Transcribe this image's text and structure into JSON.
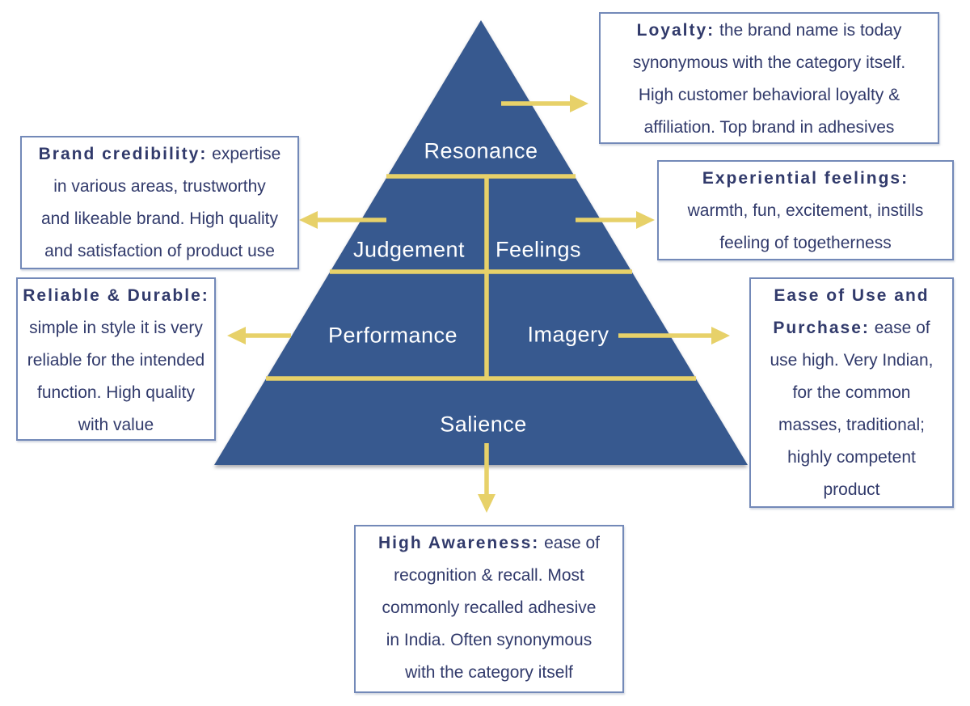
{
  "colors": {
    "pyramid_blue": "#37598f",
    "line_yellow": "#e7d169",
    "box_border_blue": "#7389b8",
    "text_navy": "#313a6b",
    "level_label_white": "#ffffff"
  },
  "pyramid": {
    "levels": [
      {
        "label": "Resonance"
      },
      {
        "label": "Judgement"
      },
      {
        "label": "Feelings"
      },
      {
        "label": "Performance"
      },
      {
        "label": "Imagery"
      },
      {
        "label": "Salience"
      }
    ]
  },
  "boxes": {
    "loyalty": {
      "line1_bold": "Loyalty:",
      "line1_rest": "the brand name is today",
      "line2": "synonymous with the category itself.",
      "line3": "High customer behavioral loyalty &",
      "line4": "affiliation. Top brand in adhesives"
    },
    "brand_credibility": {
      "line1_bold": "Brand credibility:",
      "line1_rest": "expertise",
      "line2": "in various areas, trustworthy",
      "line3": "and likeable brand. High quality",
      "line4": "and satisfaction of product use"
    },
    "experiential": {
      "line1_bold": "Experiential feelings:",
      "line2": "warmth, fun, excitement, instills",
      "line3": "feeling of togetherness"
    },
    "reliable": {
      "line1_bold": "Reliable & Durable:",
      "line2": "simple in style it is very",
      "line3": "reliable for the intended",
      "line4": "function. High quality",
      "line5": "with value"
    },
    "ease": {
      "line1_bold": "Ease of Use and",
      "line2_bold": "Purchase:",
      "line2_rest": "ease of",
      "line3": "use high. Very Indian,",
      "line4": "for the common",
      "line5": "masses, traditional;",
      "line6": "highly competent",
      "line7": "product"
    },
    "awareness": {
      "line1_bold": "High Awareness:",
      "line1_rest": "ease of",
      "line2": "recognition & recall. Most",
      "line3": "commonly recalled adhesive",
      "line4": "in India. Often synonymous",
      "line5": "with the category itself"
    }
  }
}
